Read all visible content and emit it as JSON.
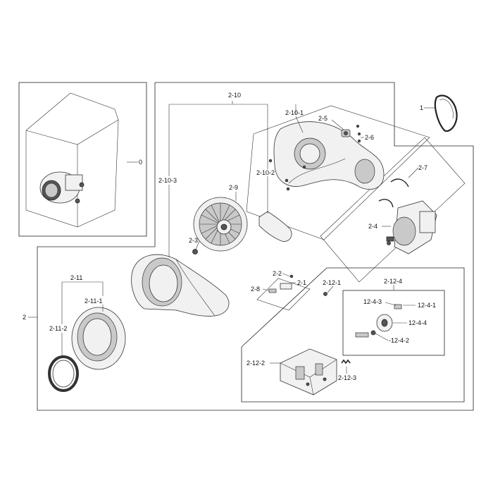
{
  "labels": {
    "p0": "0",
    "p1": "1",
    "p2": "2",
    "p2_1": "2-1",
    "p2_2": "2-2",
    "p2_3": "2-3",
    "p2_4": "2-4",
    "p2_5": "2-5",
    "p2_6": "2-6",
    "p2_7": "2-7",
    "p2_8": "2-8",
    "p2_9": "2-9",
    "p2_10": "2-10",
    "p2_10_1": "2-10-1",
    "p2_10_2": "2-10-2",
    "p2_10_3": "2-10-3",
    "p2_11": "2-11",
    "p2_11_1": "2-11-1",
    "p2_11_2": "2-11-2",
    "p2_12_1": "2-12-1",
    "p2_12_2": "2-12-2",
    "p2_12_3": "2-12-3",
    "p2_12_4": "2-12-4",
    "p12_4_1": "12-4-1",
    "p12_4_2": "-12-4-2",
    "p12_4_3": "12-4-3",
    "p12_4_4": "12-4-4"
  }
}
